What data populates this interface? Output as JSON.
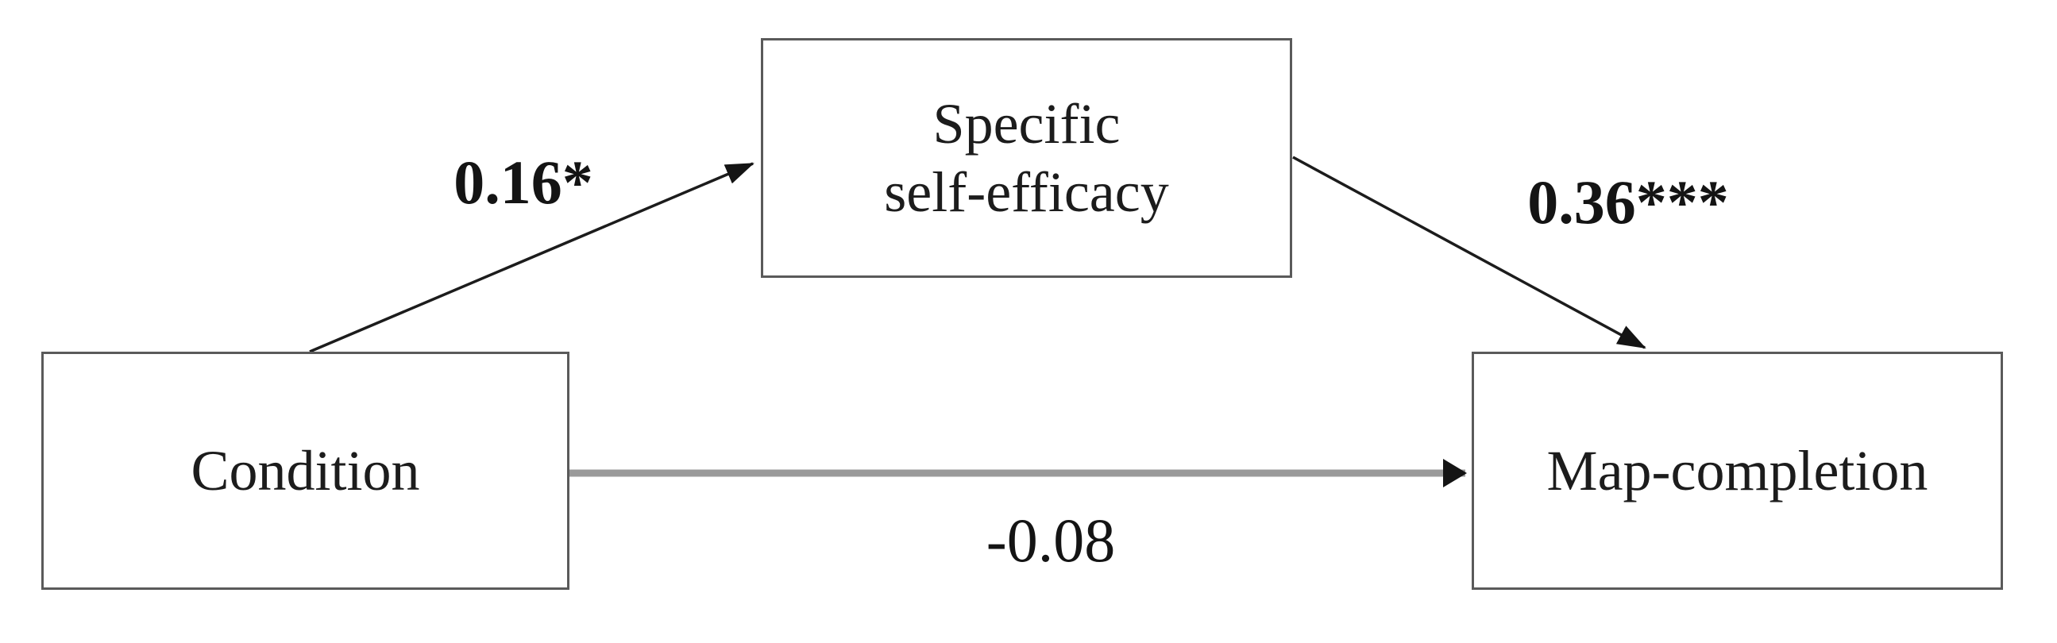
{
  "diagram": {
    "type": "mediation-path-model",
    "boxes": [
      {
        "id": "condition",
        "label": "Condition"
      },
      {
        "id": "mediator",
        "label_line1": "Specific",
        "label_line2": "self-efficacy"
      },
      {
        "id": "outcome",
        "label": "Map-completion"
      }
    ],
    "paths": [
      {
        "id": "a",
        "from": "Condition",
        "to": "Specific self-efficacy",
        "coefficient": "0.16*"
      },
      {
        "id": "b",
        "from": "Specific self-efficacy",
        "to": "Map-completion",
        "coefficient": "0.36***"
      },
      {
        "id": "c",
        "from": "Condition",
        "to": "Map-completion",
        "coefficient": "-0.08"
      }
    ],
    "colors": {
      "box_border": "#5a5a5a",
      "indirect_arrow": "#1c1c1c",
      "direct_arrow_line": "#9a9a9a",
      "arrowhead": "#141414",
      "text": "#1c1c1c",
      "background": "#ffffff"
    }
  }
}
